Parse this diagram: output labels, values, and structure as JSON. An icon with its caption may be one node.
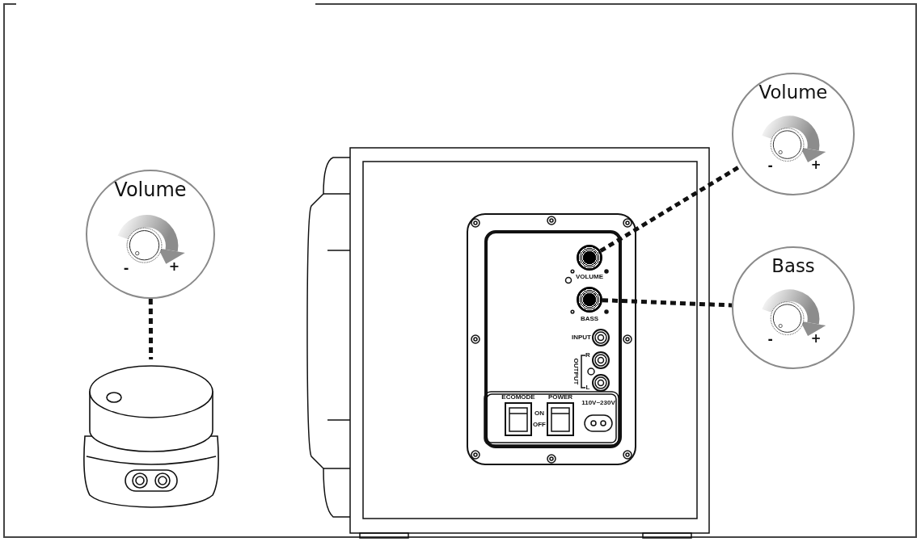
{
  "diagram": {
    "nodes": [
      {
        "text": [
          "Volume",
          "-",
          "+"
        ]
      },
      {
        "text": [],
        "shape": "picture"
      },
      {
        "text": [
          "Volume",
          "-",
          "+"
        ]
      },
      {
        "text": [
          "Bass",
          "-",
          "+"
        ]
      },
      {
        "text": [],
        "shape": "circle",
        "beside": [
          "VOLUME"
        ]
      },
      {
        "text": [],
        "shape": "circle",
        "beside": [
          "BASS"
        ]
      }
    ],
    "edges": [
      {
        "from": 0,
        "to": 1,
        "arrow": "none",
        "style": "dashed"
      },
      {
        "from": 4,
        "to": 2,
        "arrow": "none",
        "style": "dashed"
      },
      {
        "from": 5,
        "to": 3,
        "arrow": "none",
        "style": "dashed"
      }
    ],
    "labels": [
      "INPUT",
      "R",
      "OUTPUT",
      "L",
      "ECOMODE",
      "POWER",
      "110V~230V",
      "ON",
      "OFF"
    ]
  }
}
